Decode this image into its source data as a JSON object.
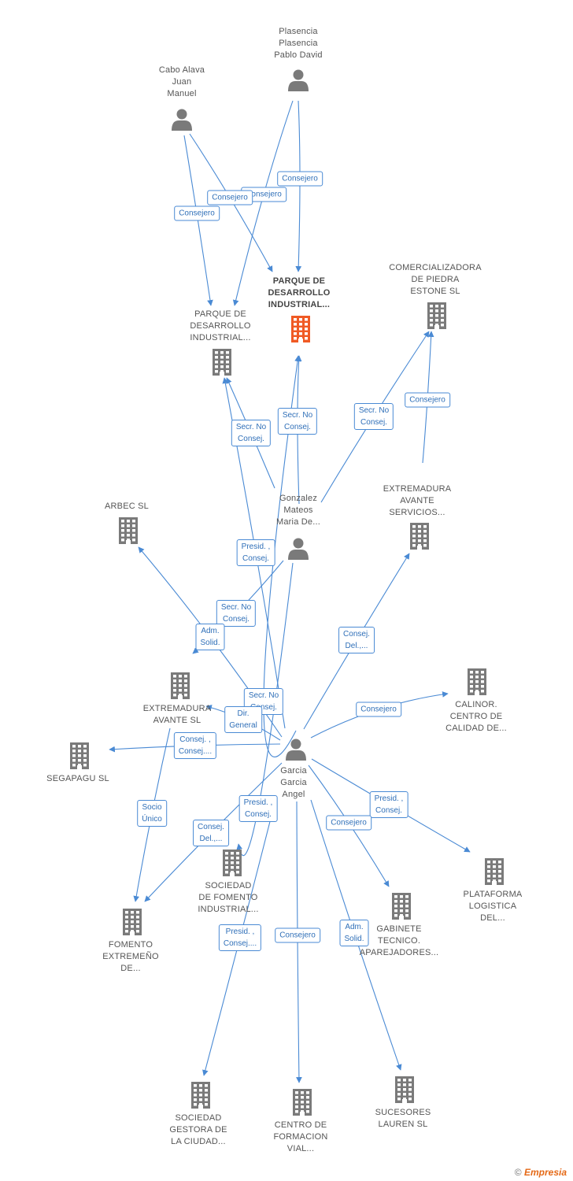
{
  "colors": {
    "edge": "#4a8ad4",
    "node": "#7a7a7a",
    "main_node": "#f05a24",
    "text": "#555555"
  },
  "nodes": [
    {
      "id": "plasencia",
      "type": "person",
      "label": [
        "Plasencia",
        "Plasencia",
        "Pablo David"
      ]
    },
    {
      "id": "cabo",
      "type": "person",
      "label": [
        "Cabo Alava",
        "Juan",
        "Manuel"
      ]
    },
    {
      "id": "parque_main",
      "type": "company",
      "main": true,
      "label": [
        "PARQUE DE",
        "DESARROLLO",
        "INDUSTRIAL..."
      ]
    },
    {
      "id": "parque2",
      "type": "company",
      "label": [
        "PARQUE DE",
        "DESARROLLO",
        "INDUSTRIAL..."
      ]
    },
    {
      "id": "comercializadora",
      "type": "company",
      "label": [
        "COMERCIALIZADORA",
        "DE PIEDRA",
        "ESTONE SL"
      ]
    },
    {
      "id": "arbec",
      "type": "company",
      "label": [
        "ARBEC SL"
      ]
    },
    {
      "id": "gonzalez",
      "type": "person",
      "label": [
        "Gonzalez",
        "Mateos",
        "Maria De..."
      ]
    },
    {
      "id": "extremadura_servicios",
      "type": "company",
      "label": [
        "EXTREMADURA",
        "AVANTE",
        "SERVICIOS..."
      ]
    },
    {
      "id": "extremadura_sl",
      "type": "company",
      "label": [
        "EXTREMADURA",
        "AVANTE SL"
      ]
    },
    {
      "id": "calinor",
      "type": "company",
      "label": [
        "CALINOR.",
        "CENTRO DE",
        "CALIDAD DE..."
      ]
    },
    {
      "id": "segapagu",
      "type": "company",
      "label": [
        "SEGAPAGU SL"
      ]
    },
    {
      "id": "garcia",
      "type": "person",
      "label": [
        "Garcia",
        "Garcia",
        "Angel"
      ]
    },
    {
      "id": "sociedad_fomento",
      "type": "company",
      "label": [
        "SOCIEDAD",
        "DE FOMENTO",
        "INDUSTRIAL..."
      ]
    },
    {
      "id": "plataforma",
      "type": "company",
      "label": [
        "PLATAFORMA",
        "LOGISTICA",
        "DEL..."
      ]
    },
    {
      "id": "fomento_extremeno",
      "type": "company",
      "label": [
        "FOMENTO",
        "EXTREMEÑO",
        "DE..."
      ]
    },
    {
      "id": "gabinete",
      "type": "company",
      "label": [
        "GABINETE",
        "TECNICO.",
        "APAREJADORES..."
      ]
    },
    {
      "id": "sociedad_gestora",
      "type": "company",
      "label": [
        "SOCIEDAD",
        "GESTORA DE",
        "LA CIUDAD..."
      ]
    },
    {
      "id": "centro_formacion",
      "type": "company",
      "label": [
        "CENTRO DE",
        "FORMACION",
        "VIAL..."
      ]
    },
    {
      "id": "sucesores",
      "type": "company",
      "label": [
        "SUCESORES",
        "LAUREN SL"
      ]
    }
  ],
  "edges": [
    {
      "from": "plasencia",
      "to": "parque_main",
      "role": [
        "Consejero"
      ]
    },
    {
      "from": "plasencia",
      "to": "parque2",
      "role": [
        "Consejero"
      ]
    },
    {
      "from": "cabo",
      "to": "parque_main",
      "role": [
        "Consejero"
      ]
    },
    {
      "from": "cabo",
      "to": "parque2",
      "role": [
        "Consejero"
      ]
    },
    {
      "from": "gonzalez",
      "to": "parque_main",
      "role": [
        "Secr.  No",
        "Consej."
      ]
    },
    {
      "from": "gonzalez",
      "to": "parque2",
      "role": [
        "Secr.  No",
        "Consej."
      ]
    },
    {
      "from": "gonzalez",
      "to": "comercializadora",
      "role": [
        "Secr.  No",
        "Consej."
      ]
    },
    {
      "from": "gonzalez",
      "to": "extremadura_sl",
      "role": [
        "Secr.  No",
        "Consej."
      ]
    },
    {
      "from": "gonzalez",
      "to": "sociedad_fomento",
      "role": [
        "Presid. ,",
        "Consej."
      ]
    },
    {
      "from": "extremadura_servicios",
      "to": "comercializadora",
      "role": [
        "Consejero"
      ]
    },
    {
      "from": "garcia",
      "to": "parque_main",
      "role": [
        "Secr.  No",
        "Consej."
      ]
    },
    {
      "from": "garcia",
      "to": "parque2",
      "role": [
        "Presid. ,",
        "Consej."
      ]
    },
    {
      "from": "garcia",
      "to": "arbec",
      "role": [
        "Adm.",
        "Solid."
      ]
    },
    {
      "from": "garcia",
      "to": "extremadura_servicios",
      "role": [
        "Consej.",
        "Del.,..."
      ]
    },
    {
      "from": "garcia",
      "to": "extremadura_sl",
      "role": [
        "Dir.",
        "General"
      ]
    },
    {
      "from": "garcia",
      "to": "calinor",
      "role": [
        "Consejero"
      ]
    },
    {
      "from": "garcia",
      "to": "segapagu",
      "role": [
        "Consej. ,",
        "Consej...."
      ]
    },
    {
      "from": "garcia",
      "to": "plataforma",
      "role": [
        "Presid. ,",
        "Consej."
      ]
    },
    {
      "from": "garcia",
      "to": "gabinete",
      "role": [
        "Consejero"
      ]
    },
    {
      "from": "garcia",
      "to": "fomento_extremeno",
      "role": [
        "Consej.",
        "Del.,..."
      ]
    },
    {
      "from": "extremadura_sl",
      "to": "fomento_extremeno",
      "role": [
        "Socio",
        "Único"
      ]
    },
    {
      "from": "garcia",
      "to": "sociedad_gestora",
      "role": [
        "Presid. ,",
        "Consej...."
      ]
    },
    {
      "from": "garcia",
      "to": "centro_formacion",
      "role": [
        "Consejero"
      ]
    },
    {
      "from": "garcia",
      "to": "sucesores",
      "role": [
        "Adm.",
        "Solid."
      ]
    }
  ],
  "footer": {
    "copyright": "©",
    "brand": "Empresia"
  }
}
